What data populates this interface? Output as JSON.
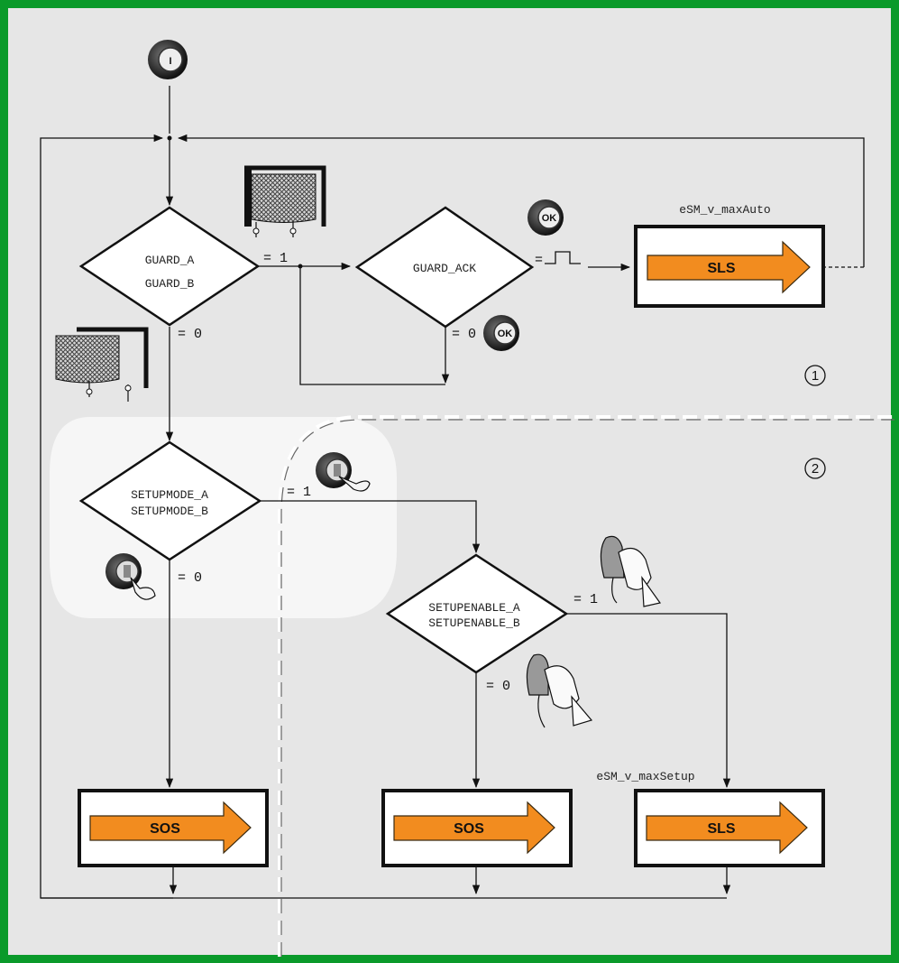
{
  "diagram": {
    "zone_labels": [
      "①",
      "②"
    ],
    "decisions": {
      "guard": [
        "GUARD_A",
        "GUARD_B"
      ],
      "guard_ack": [
        "GUARD_ACK"
      ],
      "setupmode": [
        "SETUPMODE_A",
        "SETUPMODE_B"
      ],
      "setupenable": [
        "SETUPENABLE_A",
        "SETUPENABLE_B"
      ]
    },
    "edge_labels": {
      "guard_1": "= 1",
      "guard_0": "= 0",
      "guard_ack_pulse": "=",
      "guard_ack_0": "= 0",
      "setupmode_1": "= 1",
      "setupmode_0": "= 0",
      "setupenable_1": "= 1",
      "setupenable_0": "= 0"
    },
    "speed_params": {
      "auto": "eSM_v_maxAuto",
      "setup": "eSM_v_maxSetup"
    },
    "states": {
      "sls_auto": "SLS",
      "sos_left": "SOS",
      "sos_mid": "SOS",
      "sls_setup": "SLS"
    },
    "icons": {
      "start": "power-button-icon",
      "ok_top": "ok-button-icon",
      "ok_bottom": "ok-button-icon",
      "ok_text": "OK",
      "start_text": "I",
      "guard_closed": "guard-closed-icon",
      "guard_open": "guard-open-icon",
      "key_on": "key-switch-on-icon",
      "key_off": "key-switch-off-icon",
      "enable_pressed": "enable-switch-pressed-icon",
      "enable_released": "enable-switch-released-icon"
    },
    "colors": {
      "frame": "#0a9a2a",
      "background": "#e6e6e6",
      "highlight": "#f4f4f4",
      "arrow_fill": "#f28c1f"
    }
  }
}
